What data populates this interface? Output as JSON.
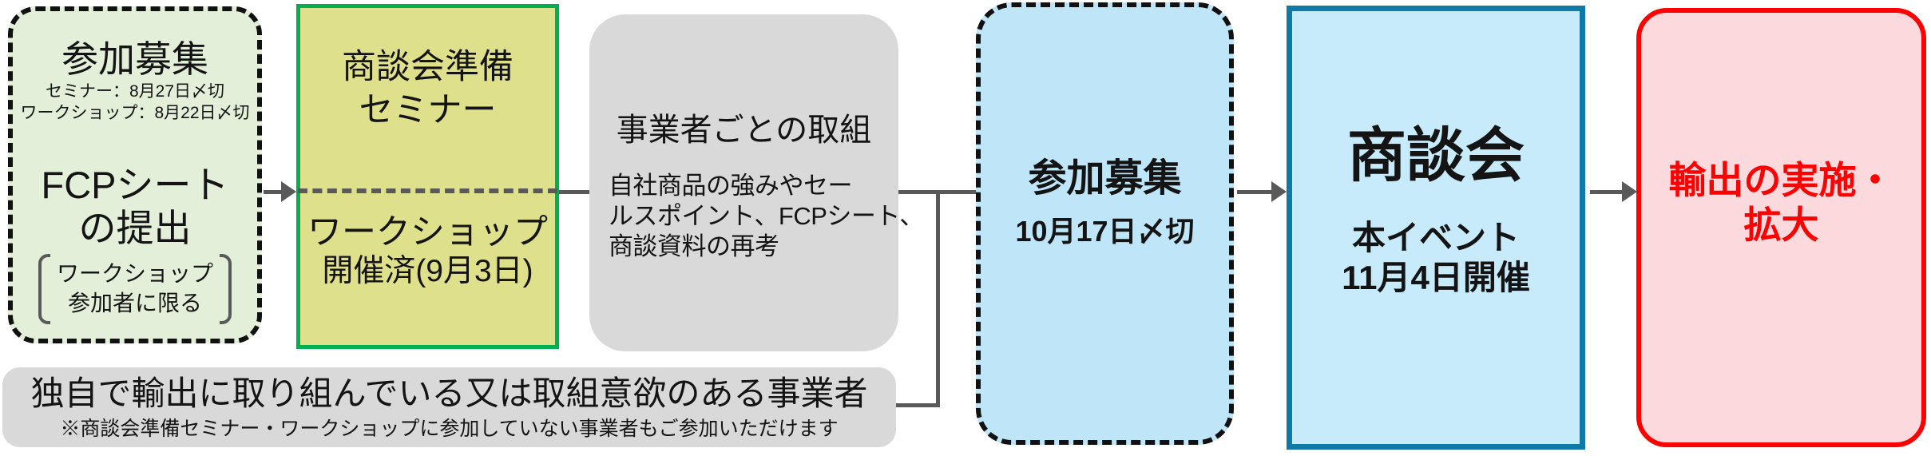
{
  "colors": {
    "recruitment1-fill": "#e3efd9",
    "seminar-fill": "#dfe08c",
    "seminar-border": "#00b050",
    "gray-fill": "#d9d9d9",
    "recruitment2-fill": "#bee5f8",
    "meeting-fill": "#c8ebfc",
    "meeting-border": "#0f7aa8",
    "export-fill": "#fcd9dc",
    "export-border": "#fe0000",
    "export-text": "#fe0000",
    "connector": "#595959",
    "ink": "#111111"
  },
  "boxes": {
    "recruitment1": {
      "title": "参加募集",
      "deadline_seminar": "セミナー：8月27日〆切",
      "deadline_workshop": "ワークショップ：8月22日〆切",
      "fcp_submission": "FCPシート\nの提出",
      "bracket_note": "ワークショップ\n参加者に限る"
    },
    "prep_seminar": {
      "top": "商談会準備\nセミナー",
      "bottom_line1": "ワークショップ",
      "bottom_line2": "開催済(9月3日)"
    },
    "initiatives": {
      "title": "事業者ごとの取組",
      "body": "自社商品の強みやセー\nルスポイント、FCPシート、\n商談資料の再考"
    },
    "independent": {
      "main": "独自で輸出に取り組んでいる又は取組意欲のある事業者",
      "note": "※商談会準備セミナー・ワークショップに参加していない事業者もご参加いただけます"
    },
    "recruitment2": {
      "title": "参加募集",
      "deadline": "10月17日〆切"
    },
    "meeting": {
      "title": "商談会",
      "subtitle": "本イベント\n11月4日開催"
    },
    "export": {
      "label": "輸出の実施・\n拡大"
    }
  }
}
